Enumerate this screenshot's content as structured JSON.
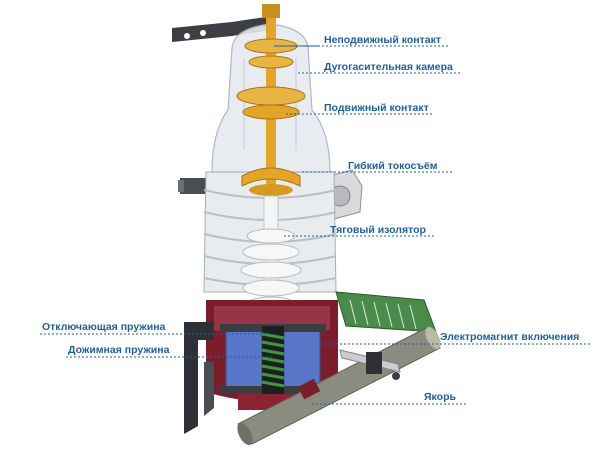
{
  "diagram": {
    "colors": {
      "label_text": "#1f5f9e",
      "leader_line": "#1f5f9e",
      "insulator_glass": "#e6eaef",
      "brass_contact": "#e2a52a",
      "housing_red": "#7a1e2b",
      "coil_blue": "#5a76c8",
      "spring_green": "#3f9a3a",
      "armature_grey": "#8a8c80"
    },
    "labels": {
      "fixed_contact": "Неподвижный контакт",
      "arc_chamber": "Дугогасительная камера",
      "moving_contact": "Подвижный контакт",
      "flexible_collector": "Гибкий токосъём",
      "traction_insulator": "Тяговый изолятор",
      "opening_spring": "Отключающая пружина",
      "pressing_spring": "Дожимная пружина",
      "closing_electromagnet": "Электромагнит включения",
      "armature": "Якорь"
    }
  }
}
